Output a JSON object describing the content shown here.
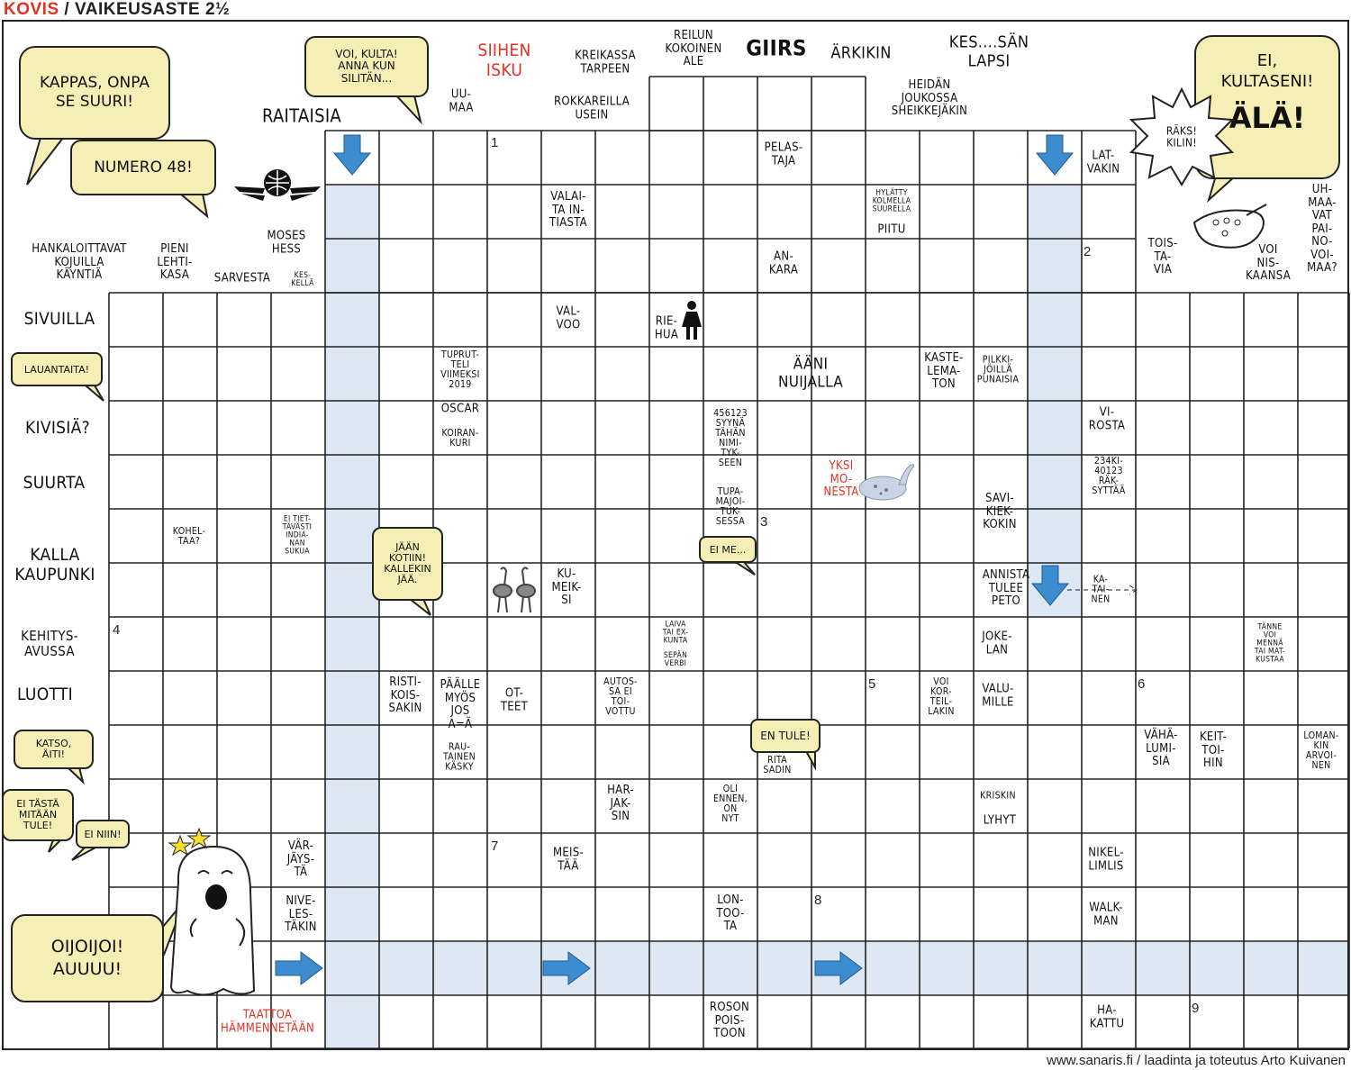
{
  "header": {
    "title_red": "KOVIS",
    "title_rest": " / VAIKEUSASTE 2½"
  },
  "footer": "www.sanaris.fi / laadinta ja toteutus Arto Kuivanen",
  "colors": {
    "shaded": "#dde8f4",
    "arrow": "#3d8cd0",
    "bubble": "#f6efb5",
    "red_text": "#e33223",
    "line": "#222222"
  },
  "bubbles": {
    "kappas": "KAPPAS, ONPA\nSE SUURI!",
    "numero": "NUMERO 48!",
    "voi_kulta": "VOI, KULTA!\nANNA KUN\nSILITÄN...",
    "ei_kultaseni": "EI,\nKULTASENI!",
    "ala": "ÄLÄ!",
    "raks": "RÄKS!\nKILIN!",
    "lauantaita": "LAUANTAITA!",
    "jaan_kotiin": "JÄÄN\nKOTIIN!\nKALLEKIN\nJÄÄ.",
    "ei_me": "EI ME...",
    "en_tule": "EN TULE!",
    "katso_aiti": "KATSO,\nÄITI!",
    "ei_tasta": "EI TÄSTÄ\nMITÄÄN\nTULE!",
    "ei_niin": "EI NIIN!",
    "oijoijoi": "OIJOIJOI!\nAUUUU!"
  },
  "clues": {
    "siihen_isku": "SIIHEN\nISKU",
    "kreikassa": "KREIKASSA\nTARPEEN",
    "reilun": "REILUN\nKOKOINEN\nALE",
    "giirs": "GIIRS",
    "arkikin": "ÄRKIKIN",
    "kessan": "KES....SÄN\nLAPSI",
    "uumaa": "UU-\nMAA",
    "rokkareilla": "ROKKAREILLA\nUSEIN",
    "raitaisia": "RAITAISIA",
    "heidan": "HEIDÄN\nJOUKOSSA\nSHEIKKEJÄKIN",
    "pelastaja": "PELAS-\nTAJA",
    "latvakin": "LAT-\nVAKIN",
    "valaita": "VALAI-\nTA IN-\nTIASTA",
    "hylatty": "HYLÄTTY\nKOLMELLA\nSUURELLA",
    "piitu": "PIITU",
    "moses": "MOSES\nHESS",
    "hankaloittavat": "HANKALOITTAVAT\nKOJUILLA\nKÄYNTIÄ",
    "pieni": "PIENI\nLEHTI-\nKASA",
    "sarvesta": "SARVESTA",
    "keskella": "KES-\nKELLÄ",
    "ankara": "AN-\nKARA",
    "toistavia": "TOIS-\nTA-\nVIA",
    "voi_niskaansa": "VOI\nNIS-\nKAANSA",
    "uhmaavat": "UH-\nMAA-\nVAT\nPAI-\nNO-\nVOI-\nMAA?",
    "sivuilla": "SIVUILLA",
    "valvoo": "VAL-\nVOO",
    "riehua": "RIE-\nHUA",
    "tupruteli": "TUPRUT-\nTELI\nVIIMEKSI\n2019",
    "aani": "ÄÄNI\nNUIJALLA",
    "kastelematon": "KASTE-\nLEMA-\nTON",
    "pilkki": "PILKKI-\nJÖILLÄ\nPUNAISIA",
    "kivisia": "KIVISIÄ?",
    "oscar": "OSCAR",
    "koirankuri": "KOIRAN-\nKURI",
    "syyna": "456123\nSYYNÄ\nTÄHÄN\nNIMI-\nTYK-\nSEEN",
    "virosta": "VI-\nROSTA",
    "raksyttaa": "234KI-\n40123\nRÄK-\nSYTTÄÄ",
    "suurta": "SUURTA",
    "yksi_monesta": "YKSI\nMO-\nNESTA",
    "tupamajoitus": "TUPA-\nMAJOI-\nTUK-\nSESSA",
    "savikiekkokin": "SAVI-\nKIEK-\nKOKIN",
    "koheltaa": "KOHEL-\nTAA?",
    "ei_tietavasti": "EI TIET-\nTÄVÄSTI\nINDIA-\nNAN\nSUKUA",
    "kalla": "KALLA\nKAUPUNKI",
    "kumeiksi": "KU-\nMEIK-\nSI",
    "annista": "ANNISTA\nTULEE\nPETO",
    "katainen": "KA-\nTAI-\nNEN",
    "kehitysavussa": "KEHITYS-\nAVUSSA",
    "laiva": "LAIVA\nTAI EX-\nKUNTA",
    "sepan": "SEPÄN\nVERBI",
    "jokelan": "JOKE-\nLAN",
    "tanne": "TÄNNE\nVOI\nMENNÄ\nTAI MAT-\nKUSTAA",
    "luotti": "LUOTTI",
    "ristikoissakin": "RISTI-\nKOIS-\nSAKIN",
    "paalle": "PÄÄLLE\nMYÖS\nJOS\nA=Ä",
    "otteet": "OT-\nTEET",
    "autossa": "AUTOS-\nSA EI\nTOI-\nVOTTU",
    "voi_korteilla": "VOI\nKOR-\nTEIL-\nLAKIN",
    "valumille": "VALU-\nMILLE",
    "rautainen": "RAU-\nTAINEN\nKÄSKY",
    "rita": "RITA\nSADIN",
    "vahalumisia": "VÄHÄ-\nLUMI-\nSIA",
    "keittoihin": "KEIT-\nTOI-\nHIN",
    "lomankin": "LOMAN-\nKIN\nARVOI-\nNEN",
    "harjaksin": "HAR-\nJAK-\nSIN",
    "oli_ennen": "OLI\nENNEN,\nON\nNYT",
    "kriskin": "KRISKIN",
    "lyhyt": "LYHYT",
    "varjaysta": "VÄR-\nJÄYS-\nTÄ",
    "meistaa": "MEIS-\nTÄÄ",
    "nikellimlis": "NIKEL-\nLIMLIS",
    "nivelestakin": "NIVE-\nLES-\nTÄKIN",
    "lontoota": "LON-\nTOO-\nTA",
    "walkman": "WALK-\nMAN",
    "taattoa": "TAATTOA\nHÄMMENNETÄÄN",
    "rosonpoistoon": "ROSON\nPOIS-\nTOON",
    "hakattu": "HA-\nKATTU"
  },
  "numbers": [
    "1",
    "2",
    "3",
    "4",
    "5",
    "6",
    "7",
    "8",
    "9"
  ],
  "icons": [
    "airline-logo-icon",
    "woman-figure-icon",
    "bird-figurine-icon",
    "cranes-icon",
    "ocarina-icon",
    "ghost-icon",
    "stars-icon",
    "down-arrow-icon",
    "right-arrow-icon"
  ]
}
